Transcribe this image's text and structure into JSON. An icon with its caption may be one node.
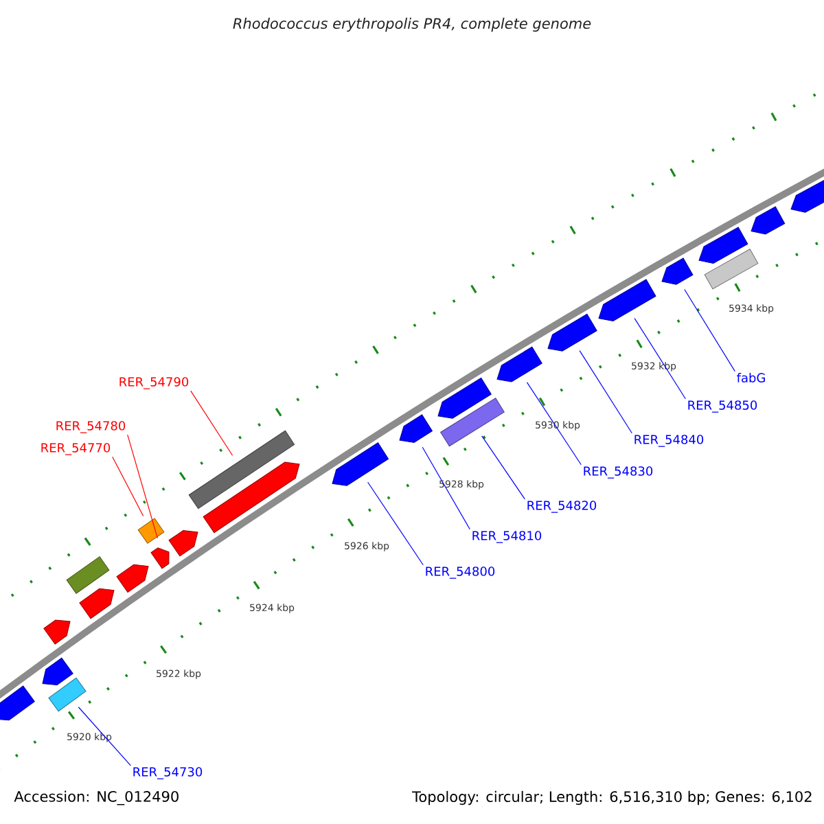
{
  "diagram": {
    "title": "Rhodococcus erythropolis PR4, complete genome",
    "nodes": [
      {
        "text": [
          "RER_54790"
        ]
      },
      {
        "text": [
          "RER_54780"
        ]
      },
      {
        "text": [
          "RER_54770"
        ]
      },
      {
        "text": [
          "fabG"
        ]
      },
      {
        "text": [
          "RER_54850"
        ]
      },
      {
        "text": [
          "RER_54840"
        ]
      },
      {
        "text": [
          "RER_54830"
        ]
      },
      {
        "text": [
          "RER_54820"
        ]
      },
      {
        "text": [
          "RER_54810"
        ]
      },
      {
        "text": [
          "RER_54800"
        ]
      },
      {
        "text": [
          "RER_54730"
        ]
      },
      {
        "text": [],
        "shape": "pentagon"
      },
      {
        "text": [],
        "shape": "pentagon"
      },
      {
        "text": [],
        "shape": "bar"
      },
      {
        "text": [],
        "shape": "pentagon"
      },
      {
        "text": [],
        "shape": "bar"
      },
      {
        "text": [],
        "shape": "pentagon"
      },
      {
        "text": [],
        "shape": "pentagon"
      },
      {
        "text": [],
        "shape": "bar"
      },
      {
        "text": [],
        "shape": "pentagon"
      },
      {
        "text": [],
        "shape": "pentagon"
      },
      {
        "text": [],
        "shape": "bar"
      },
      {
        "text": [],
        "shape": "pentagon"
      },
      {
        "text": [],
        "shape": "pentagon"
      },
      {
        "text": [],
        "shape": "pentagon"
      },
      {
        "text": [],
        "shape": "pentagon"
      },
      {
        "text": [],
        "shape": "bar"
      },
      {
        "text": [],
        "shape": "pentagon"
      },
      {
        "text": [],
        "shape": "pentagon"
      },
      {
        "text": [],
        "shape": "pentagon"
      },
      {
        "text": [],
        "shape": "pentagon"
      },
      {
        "text": [],
        "shape": "bar"
      },
      {
        "text": [],
        "shape": "pentagon"
      },
      {
        "text": [],
        "shape": "pentagon"
      },
      {
        "text": [],
        "shape": "pentagon"
      }
    ],
    "edges": [
      {
        "from": 0,
        "to": 21,
        "arrow": "none",
        "color": "#ff0000"
      },
      {
        "from": 1,
        "to": 19,
        "arrow": "none",
        "color": "#ff0000"
      },
      {
        "from": 2,
        "to": 18,
        "arrow": "none",
        "color": "#ff0000"
      },
      {
        "from": 3,
        "to": 30,
        "arrow": "none"
      },
      {
        "from": 4,
        "to": 29,
        "arrow": "none"
      },
      {
        "from": 5,
        "to": 28,
        "arrow": "none"
      },
      {
        "from": 6,
        "to": 27,
        "arrow": "none"
      },
      {
        "from": 7,
        "to": 26,
        "arrow": "none"
      },
      {
        "from": 8,
        "to": 24,
        "arrow": "none"
      },
      {
        "from": 9,
        "to": 23,
        "arrow": "none"
      },
      {
        "from": 10,
        "to": 13,
        "arrow": "none"
      }
    ],
    "labels": [
      "5934 kbp",
      "5932 kbp",
      "5930 kbp",
      "5928 kbp",
      "5926 kbp",
      "5924 kbp",
      "5922 kbp",
      "5920 kbp",
      "Accession: NC_012490",
      "Topology: circular; Length: 6,516,310 bp; Genes: 6,102"
    ]
  }
}
